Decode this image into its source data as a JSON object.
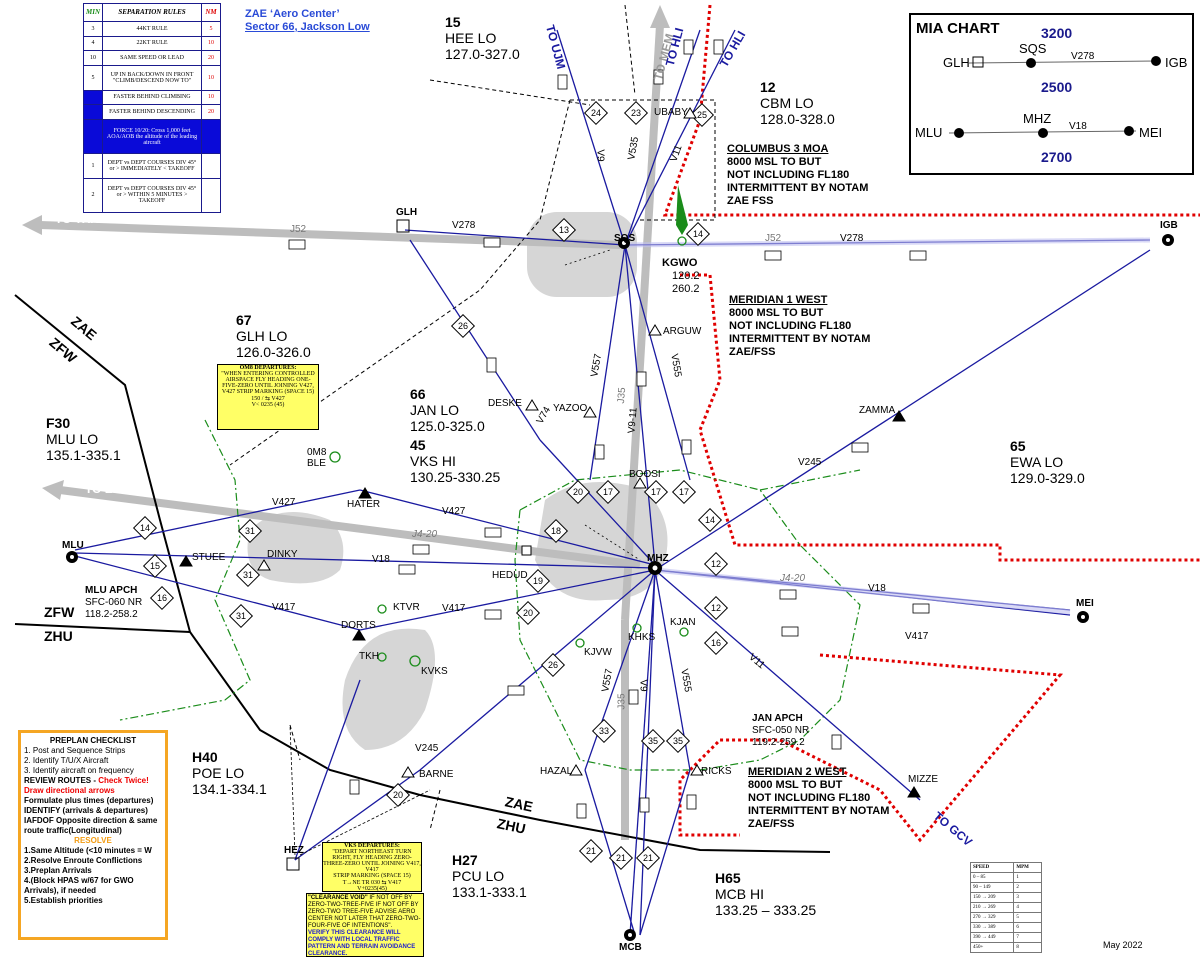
{
  "header": {
    "center_name": "ZAE ‘Aero Center’",
    "sector_name": "Sector 66, Jackson Low",
    "date": "May 2022"
  },
  "separation_rules": {
    "col_min": "MIN",
    "col_title": "SEPARATION RULES",
    "col_nm": "NM",
    "rows": [
      {
        "min": "3",
        "rule": "44KT RULE",
        "nm": "5"
      },
      {
        "min": "4",
        "rule": "22KT RULE",
        "nm": "10"
      },
      {
        "min": "10",
        "rule": "SAME SPEED OR LEAD",
        "nm": "20"
      },
      {
        "min": "5",
        "rule": "UP IN BACK/DOWN IN FRONT \"CLIMB/DESCEND NOW TO\"",
        "nm": "10"
      },
      {
        "min": "",
        "rule": "FASTER BEHIND CLIMBING",
        "nm": "10"
      },
      {
        "min": "",
        "rule": "FASTER BEHIND DESCENDING",
        "nm": "20"
      },
      {
        "min": "",
        "rule": "FORCE 10/20: Cross 1,000 feet AOA/AOB the altitude of the leading aircraft",
        "nm": ""
      },
      {
        "min": "1",
        "rule": "DEPT vs DEPT COURSES DIV 45° or > IMMEDIATELY < TAKEOFF",
        "nm": ""
      },
      {
        "min": "2",
        "rule": "DEPT vs DEPT COURSES DIV 45° or > WITHIN 5 MINUTES > TAKEOFF",
        "nm": ""
      }
    ]
  },
  "frequencies": [
    {
      "id": "15",
      "name": "HEE LO",
      "freq": "127.0-327.0"
    },
    {
      "id": "12",
      "name": "CBM LO",
      "freq": "128.0-328.0"
    },
    {
      "id": "67",
      "name": "GLH LO",
      "freq": "126.0-326.0"
    },
    {
      "id": "66",
      "name": "JAN LO",
      "freq": "125.0-325.0"
    },
    {
      "id": "45",
      "name": "VKS HI",
      "freq": "130.25-330.25"
    },
    {
      "id": "F30",
      "name": "MLU LO",
      "freq": "135.1-335.1"
    },
    {
      "id": "65",
      "name": "EWA LO",
      "freq": "129.0-329.0"
    },
    {
      "id": "H40",
      "name": "POE LO",
      "freq": "134.1-334.1"
    },
    {
      "id": "H27",
      "name": "PCU LO",
      "freq": "133.1-333.1"
    },
    {
      "id": "H65",
      "name": "MCB HI",
      "freq": "133.25 – 333.25"
    }
  ],
  "mia_chart": {
    "title": "MIA CHART",
    "alt_top": "3200",
    "alt_mid": "2500",
    "alt_bottom": "2700",
    "row1": {
      "left": "GLH",
      "mid": "SQS",
      "airway": "V278",
      "right": "IGB"
    },
    "row2": {
      "left": "MLU",
      "mid": "MHZ",
      "airway": "V18",
      "right": "MEI"
    }
  },
  "moa_notes": [
    {
      "title": "COLUMBUS 3 MOA",
      "lines": [
        "8000 MSL TO BUT",
        "NOT INCLUDING FL180",
        "INTERMITTENT BY NOTAM",
        "ZAE FSS"
      ]
    },
    {
      "title": "MERIDIAN 1 WEST",
      "lines": [
        "8000 MSL TO BUT",
        "NOT INCLUDING FL180",
        "INTERMITTENT BY NOTAM",
        "ZAE/FSS"
      ]
    },
    {
      "title": "MERIDIAN 2 WEST",
      "lines": [
        "8000 MSL TO BUT",
        "NOT INCLUDING FL180",
        "INTERMITTENT BY NOTAM",
        "ZAE/FSS"
      ]
    }
  ],
  "approach_info": [
    {
      "name": "MLU APCH",
      "alt": "SFC-060 NR",
      "freq": "118.2-258.2"
    },
    {
      "name": "JAN APCH",
      "alt": "SFC-050 NR",
      "freq": "119.2-259.2"
    }
  ],
  "navaids": [
    "GLH",
    "SQS",
    "IGB",
    "MLU",
    "MHZ",
    "MEI",
    "HEZ",
    "MCB"
  ],
  "fixes": [
    "UBABY",
    "ARGUW",
    "DESKE",
    "YAZOO",
    "ZAMMA",
    "BOOSI",
    "HATER",
    "STUEE",
    "DINKY",
    "HEDUD",
    "DORTS",
    "KTVR",
    "TKH",
    "KVKS",
    "KHKS",
    "KJAN",
    "KJVW",
    "HAZAL",
    "RICKS",
    "BARNE",
    "MIZZE",
    "0M8",
    "BLE"
  ],
  "kgwo": {
    "name": "KGWO",
    "freq1": "120.2",
    "freq2": "260.2"
  },
  "boundaries": {
    "zae": "ZAE",
    "zfw": "ZFW",
    "zhu": "ZHU"
  },
  "directions": [
    "TO UJM",
    "TO MEM",
    "TO HLI",
    "TO HLI",
    "TO TXK",
    "TO EIC",
    "TO GCV"
  ],
  "airways": [
    "V278",
    "J52",
    "V427",
    "V18",
    "J4-20",
    "V417",
    "V245",
    "V9",
    "V535",
    "V11",
    "V557",
    "V555",
    "V74",
    "J35",
    "V9-11"
  ],
  "om8_departures": {
    "title": "OM8 DEPARTURES:",
    "text": "\"WHEN ENTERING CONTROLLED AIRSPACE FLY HEADING ONE-FIVE-ZERO UNTIL JOINING V427, V427 STRIP MARKING (SPACE 15)",
    "strip": "150 / ⇆ V427",
    "alt": "V< 0235 (45)"
  },
  "vks_departures": {
    "title": "VKS DEPARTURES:",
    "text": "\"DEPART NORTHEAST TURN RIGHT, FLY HEADING ZERO-THREE-ZERO UNTIL JOINING V417, V417",
    "strip": "STRIP MARKING (SPACE 15)",
    "strip2": "T→NE TR 030 ⇆ V417",
    "alt": "V+0235(45)"
  },
  "clearance_void": {
    "bold": "\"CLEARANCE VOID\"",
    "text": "IF NOT OFF BY ZERO-TWO-TREE-FIVE IF NOT OFF BY ZERO-TWO TREE-FIVE ADVISE AERO CENTER NOT LATER THAT ZERO-TWO-FOUR-FIVE OF INTENTIONS\".",
    "blue": "VERIFY THIS CLEARANCE WILL COMPLY WITH LOCAL TRAFFIC PATTERN AND TERRAIN AVOIDANCE CLEARANCE."
  },
  "checklist": {
    "title": "PREPLAN CHECKLIST",
    "items": [
      "1. Post and Sequence Strips",
      "2. Identify T/U/X Aircraft",
      "3. Identify aircraft on frequency"
    ],
    "review": "REVIEW ROUTES - ",
    "check_twice": "Check Twice!",
    "draw_arrows": "Draw directional arrows",
    "formulate": "Formulate plus times (departures) IDENTIFY (arrivals & departures) IAFDOF Opposite direction & same route traffic(Longitudinal)",
    "resolve_title": "RESOLVE",
    "resolve": [
      "1.Same Altitude (<10 minutes = W",
      "2.Resolve Enroute Conflictions",
      "3.Preplan Arrivals",
      "4.(Block HPAS w/67 for GWO Arrivals), if needed",
      "5.Establish priorities"
    ]
  },
  "speed_table": {
    "col1": "SPEED",
    "col2": "MPM",
    "rows": [
      [
        "0 – 85",
        "1"
      ],
      [
        "90 – 149",
        "2"
      ],
      [
        "150 → 209",
        "3"
      ],
      [
        "210 → 269",
        "4"
      ],
      [
        "270 → 329",
        "5"
      ],
      [
        "330 → 389",
        "6"
      ],
      [
        "390 → 449",
        "7"
      ],
      [
        "450+",
        "8"
      ]
    ]
  },
  "colors": {
    "airway": "#1a1aa0",
    "moa": "#e00000",
    "boundary": "#000000",
    "sector_green": "#1a8c1a",
    "shading": "#d3d3d3",
    "table_blue": "#0a0ad8"
  }
}
